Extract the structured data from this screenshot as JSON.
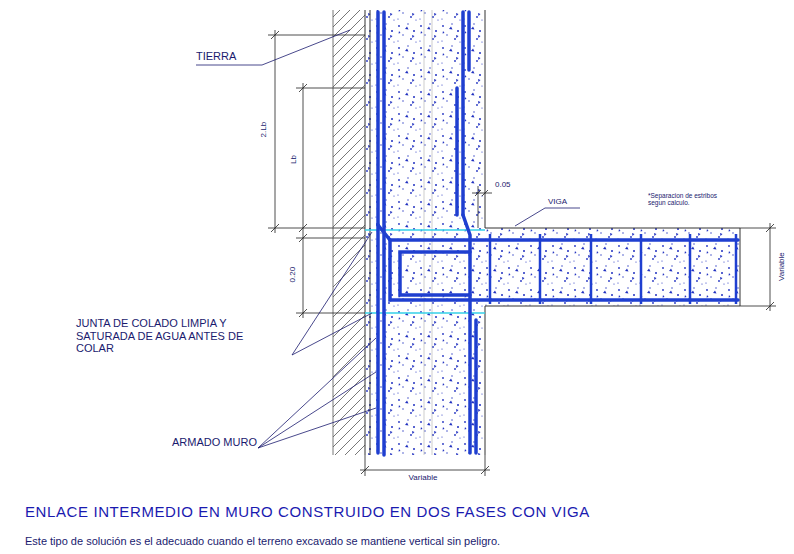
{
  "diagram": {
    "title": "ENLACE INTERMEDIO EN MURO CONSTRUIDO EN DOS FASES CON VIGA",
    "caption": "Este tipo de solución es el adecuado cuando el terreno excavado se mantiene vertical sin peligro.",
    "labels": [
      "TIERRA",
      "2.Lb",
      "Lb",
      "0.05",
      "VIGA",
      "*Separacion de estribos segun calculo.",
      "0.20",
      "Variable",
      "JUNTA DE COLADO LIMPIA Y SATURADA DE AGUA ANTES DE COLAR",
      "ARMADO MURO",
      "Variable"
    ]
  }
}
